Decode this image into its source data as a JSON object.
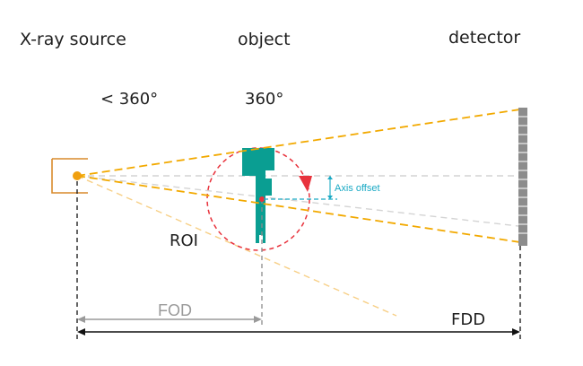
{
  "labels": {
    "source": "X-ray source",
    "object": "object",
    "detector": "detector",
    "source_rotation": "< 360°",
    "object_rotation": "360°",
    "axis_offset": "Axis offset",
    "roi": "ROI",
    "fod": "FOD",
    "fdd": "FDD"
  },
  "colors": {
    "beam": "#f2a900",
    "beam_faint": "#f7cf85",
    "source": "#d98a2b",
    "source_dot": "#f0a010",
    "object": "#0a9e92",
    "roi_circle": "#e8323c",
    "axis_offset": "#19a9c4",
    "center_ray": "#cfcfcf",
    "detector": "#8c8c8c",
    "dimension": "#111111",
    "fod": "#9a9a9a"
  },
  "icons": {
    "source": "xray-source-box-icon",
    "detector": "detector-bar-icon",
    "rotation": "rotation-arrow-icon"
  }
}
